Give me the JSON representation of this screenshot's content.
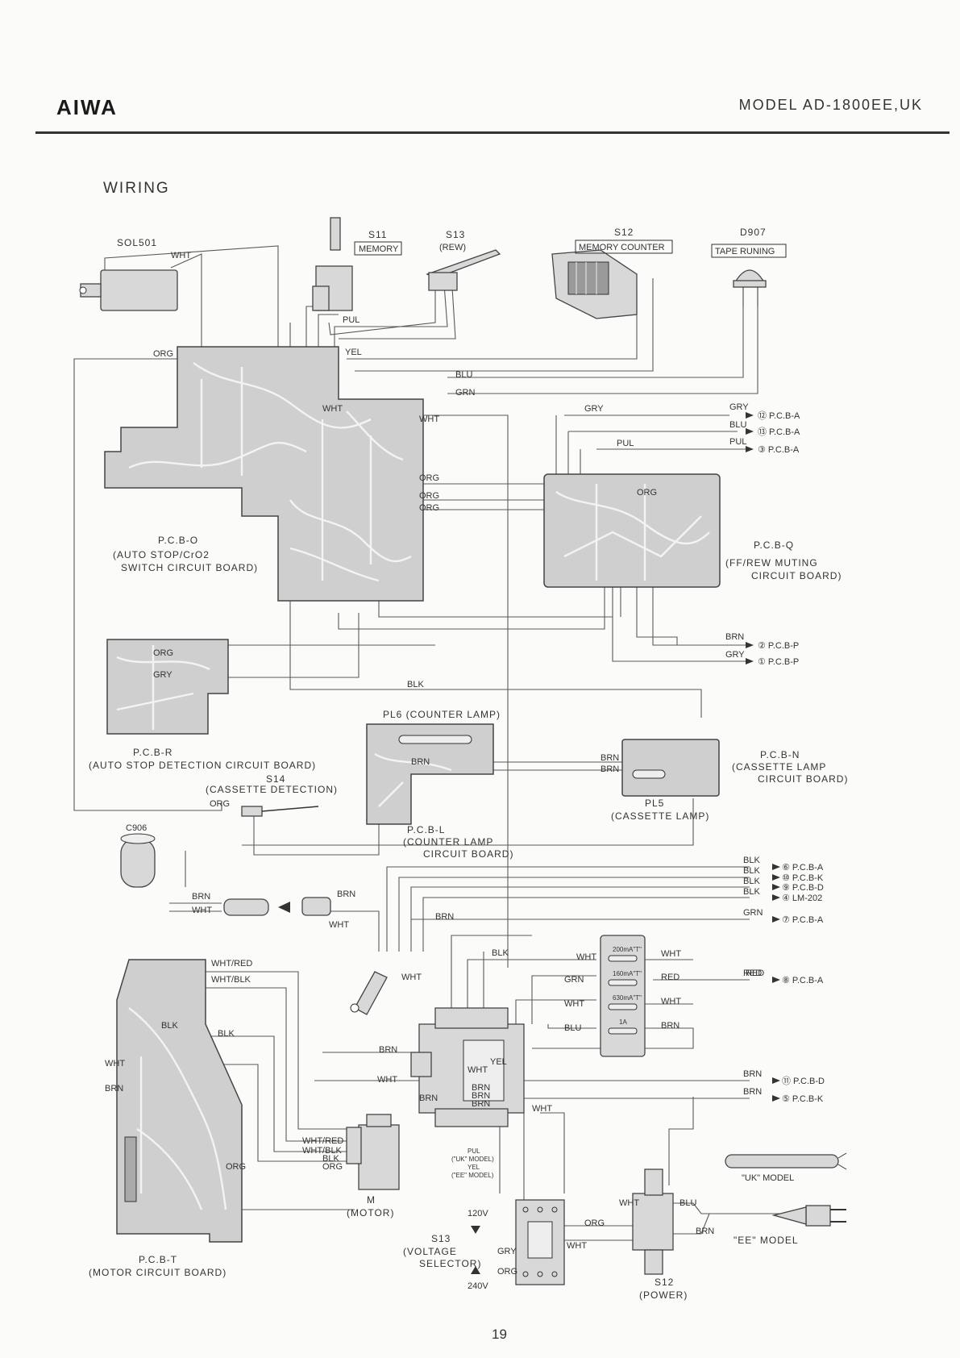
{
  "header": {
    "brand": "AIWA",
    "model": "MODEL AD-1800EE,UK"
  },
  "section_title": "WIRING",
  "page_number": "19",
  "components": {
    "sol501": "SOL501",
    "s11": "S11",
    "s11_box": "MEMORY",
    "s13_rew": "S13",
    "s13_rew_sub": "(REW)",
    "s12_counter": "S12",
    "s12_counter_box": "MEMORY COUNTER",
    "d907": "D907",
    "d907_box": "TAPE RUNING",
    "pl6": "PL6 (COUNTER LAMP)",
    "pl5_a": "PL5",
    "pl5_b": "(CASSETTE LAMP)",
    "s14_a": "S14",
    "s14_b": "(CASSETTE DETECTION)",
    "c906": "C906",
    "motor_a": "M",
    "motor_b": "(MOTOR)",
    "s13_volt_a": "S13",
    "s13_volt_b": "(VOLTAGE",
    "s13_volt_c": "SELECTOR)",
    "v120": "120V",
    "v240": "240V",
    "s12_power_a": "S12",
    "s12_power_b": "(POWER)",
    "uk_model": "\"UK\" MODEL",
    "ee_model": "\"EE\" MODEL",
    "pul_uk": "PUL",
    "pul_uk_b": "(\"UK\" MODEL)",
    "yel_ee": "YEL",
    "yel_ee_b": "(\"EE\" MODEL)",
    "fuse_f1": "200mA\"T\"",
    "fuse_f2": "160mA\"T\"",
    "fuse_f3": "630mA\"T\"",
    "fuse_f4": "1A"
  },
  "boards": {
    "pcb_o": [
      "P.C.B-O",
      "(AUTO STOP/CrO2",
      "SWITCH CIRCUIT BOARD)"
    ],
    "pcb_q": [
      "P.C.B-Q",
      "(FF/REW MUTING",
      "CIRCUIT BOARD)"
    ],
    "pcb_r": [
      "P.C.B-R",
      "(AUTO STOP DETECTION CIRCUIT BOARD)"
    ],
    "pcb_l": [
      "P.C.B-L",
      "(COUNTER LAMP",
      "CIRCUIT BOARD)"
    ],
    "pcb_n": [
      "P.C.B-N",
      "(CASSETTE LAMP",
      "CIRCUIT BOARD)"
    ],
    "pcb_t": [
      "P.C.B-T",
      "(MOTOR CIRCUIT BOARD)"
    ]
  },
  "destinations": [
    {
      "wire": "GRY",
      "label": "⑫ P.C.B-A"
    },
    {
      "wire": "BLU",
      "label": "⑬ P.C.B-A"
    },
    {
      "wire": "PUL",
      "label": "③ P.C.B-A"
    },
    {
      "wire": "BRN",
      "label": "② P.C.B-P"
    },
    {
      "wire": "GRY",
      "label": "① P.C.B-P"
    },
    {
      "wire": "BLK",
      "label": "⑥ P.C.B-A"
    },
    {
      "wire": "BLK",
      "label": "⑩ P.C.B-K"
    },
    {
      "wire": "BLK",
      "label": "⑨ P.C.B-D"
    },
    {
      "wire": "BLK",
      "label": "④ LM-202"
    },
    {
      "wire": "GRN",
      "label": "⑦ P.C.B-A"
    },
    {
      "wire": "RED",
      "label": "⑧ P.C.B-A"
    },
    {
      "wire": "BRN",
      "label": "⑪ P.C.B-D"
    },
    {
      "wire": "BRN",
      "label": "⑤ P.C.B-K"
    }
  ],
  "wire_labels": {
    "wht": "WHT",
    "pul": "PUL",
    "blk": "BLK",
    "brn": "BRN",
    "yel": "YEL",
    "org": "ORG",
    "blu": "BLU",
    "grn": "GRN",
    "gry": "GRY",
    "red": "RED",
    "wht_red": "WHT/RED",
    "wht_blk": "WHT/BLK"
  }
}
